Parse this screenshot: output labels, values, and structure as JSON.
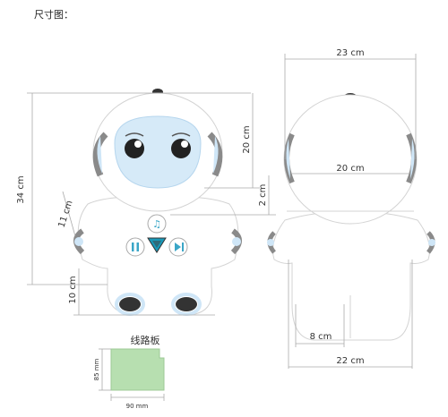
{
  "title": "尺寸图：",
  "dimensions": {
    "height_total": "34 cm",
    "head_height": "20 cm",
    "neck_gap": "2 cm",
    "arm_length": "11 cm",
    "leg_height": "10 cm",
    "head_width": "23 cm",
    "face_width": "20 cm",
    "body_width": "22 cm",
    "foot_width": "8 cm"
  },
  "board": {
    "label": "线路板",
    "height": "85 mm",
    "width": "90 mm"
  },
  "colors": {
    "face": "#d6eaf8",
    "ear_light": "#cfe6f7",
    "ear_dark": "#8a8a8a",
    "board": "#b7dfb0",
    "accent": "#1a99b8"
  }
}
